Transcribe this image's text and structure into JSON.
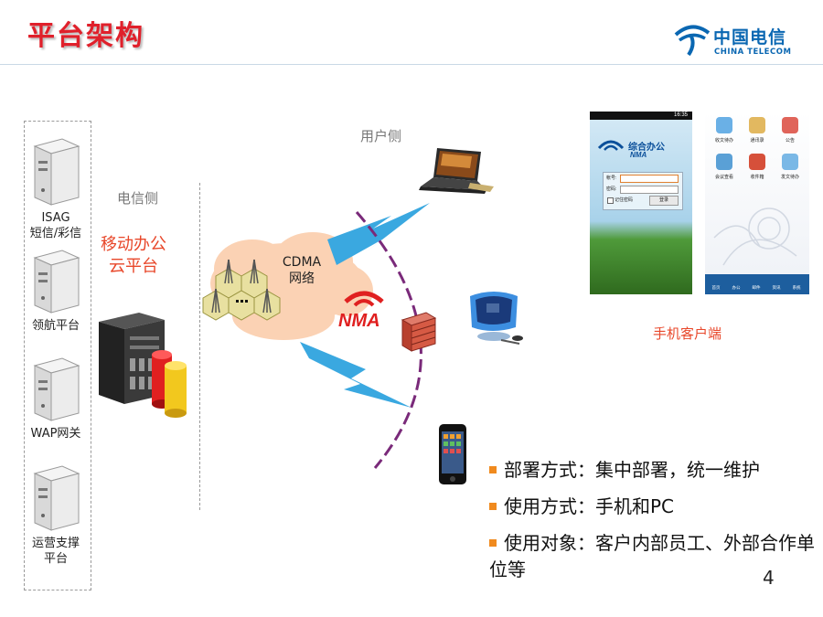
{
  "slide": {
    "title": "平台架构",
    "page_number": "4"
  },
  "brand": {
    "name_cn": "中国电信",
    "name_en": "CHINA TELECOM",
    "color": "#0a67b2"
  },
  "left_panel": {
    "servers": [
      {
        "label": "ISAG\n短信/彩信"
      },
      {
        "label": "领航平台"
      },
      {
        "label": "WAP网关"
      },
      {
        "label": "运营支撑\n平台"
      }
    ]
  },
  "diagram": {
    "telecom_side_label": "电信侧",
    "user_side_label": "用户侧",
    "cloud_platform_label": "移动办公\n云平台",
    "network_label": "CDMA\n网络",
    "nma_logo_text": "NMA",
    "mobile_client_label": "手机客户端"
  },
  "phone_screenshots": {
    "status_time": "16:35",
    "login_app_name": "综合办公",
    "login_app_sub": "NMA",
    "account_label": "帐号:",
    "password_label": "密码:",
    "remember_label": "记住密码",
    "login_button": "登录",
    "menu_items": [
      "收文待办",
      "通讯录",
      "公告",
      "会议查看",
      "收件箱",
      "发文待办"
    ],
    "tab_items": [
      "首页",
      "办公",
      "邮件",
      "资讯",
      "系统"
    ]
  },
  "bullets": [
    {
      "text": "部署方式：集中部署，统一维护"
    },
    {
      "text": "使用方式：手机和PC"
    },
    {
      "text": "使用对象：客户内部员工、外部合作单位等"
    }
  ],
  "colors": {
    "title_red": "#e0202b",
    "accent_orange": "#f08a1e",
    "label_red": "#e8472a",
    "lightning_blue": "#3aa8e0",
    "arc_purple": "#7a2a7a"
  }
}
